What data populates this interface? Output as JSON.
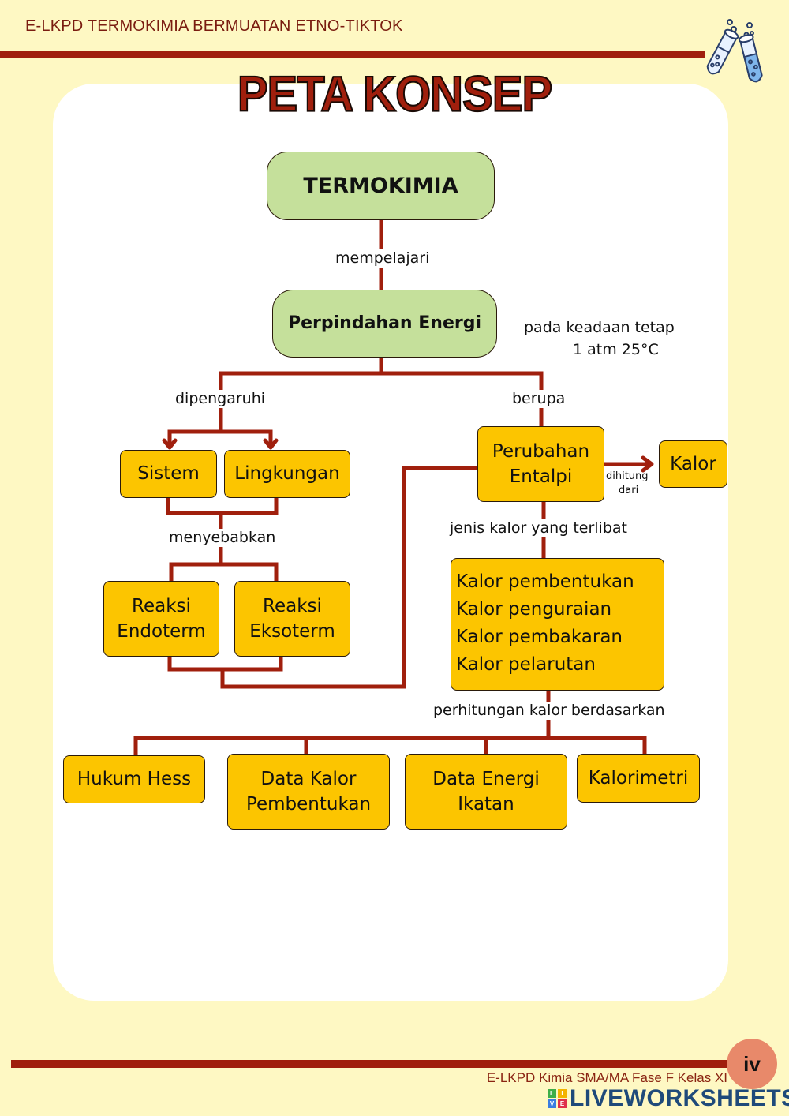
{
  "header": {
    "title": "E-LKPD TERMOKIMIA BERMUATAN ETNO-TIKTOK",
    "icon": "test-tubes-icon"
  },
  "page_title": "PETA KONSEP",
  "concept_map": {
    "root": "TERMOKIMIA",
    "link_root_to_energy": "mempelajari",
    "energy": "Perpindahan Energi",
    "condition_note_line1": "pada keadaan tetap",
    "condition_note_line2": "1 atm 25°C",
    "link_influenced": "dipengaruhi",
    "link_form": "berupa",
    "system": "Sistem",
    "environment": "Lingkungan",
    "link_causes": "menyebabkan",
    "endo_line1": "Reaksi",
    "endo_line2": "Endoterm",
    "exo_line1": "Reaksi",
    "exo_line2": "Eksoterm",
    "enthalpy_line1": "Perubahan",
    "enthalpy_line2": "Entalpi",
    "link_calculated_line1": "dihitung",
    "link_calculated_line2": "dari",
    "heat": "Kalor",
    "link_heat_types": "jenis kalor yang terlibat",
    "heat_types": [
      "Kalor pembentukan",
      "Kalor penguraian",
      "Kalor pembakaran",
      "Kalor pelarutan"
    ],
    "link_calculation": "perhitungan kalor berdasarkan",
    "methods": [
      {
        "line1": "Hukum Hess",
        "line2": ""
      },
      {
        "line1": "Data Kalor",
        "line2": "Pembentukan"
      },
      {
        "line1": "Data Energi",
        "line2": "Ikatan"
      },
      {
        "line1": "Kalorimetri",
        "line2": ""
      }
    ]
  },
  "footer": {
    "page_number": "iv",
    "text": "E-LKPD Kimia SMA/MA Fase F Kelas XI",
    "watermark": "LIVEWORKSHEETS",
    "logo_letters": [
      "L",
      "I",
      "V",
      "E"
    ]
  },
  "colors": {
    "accent": "#a01f0d",
    "page_bg": "#fef8c3",
    "green_node": "#c5e09b",
    "yellow_node": "#fcc500",
    "page_circle": "#e8896a",
    "watermark": "#1f4a7a"
  }
}
